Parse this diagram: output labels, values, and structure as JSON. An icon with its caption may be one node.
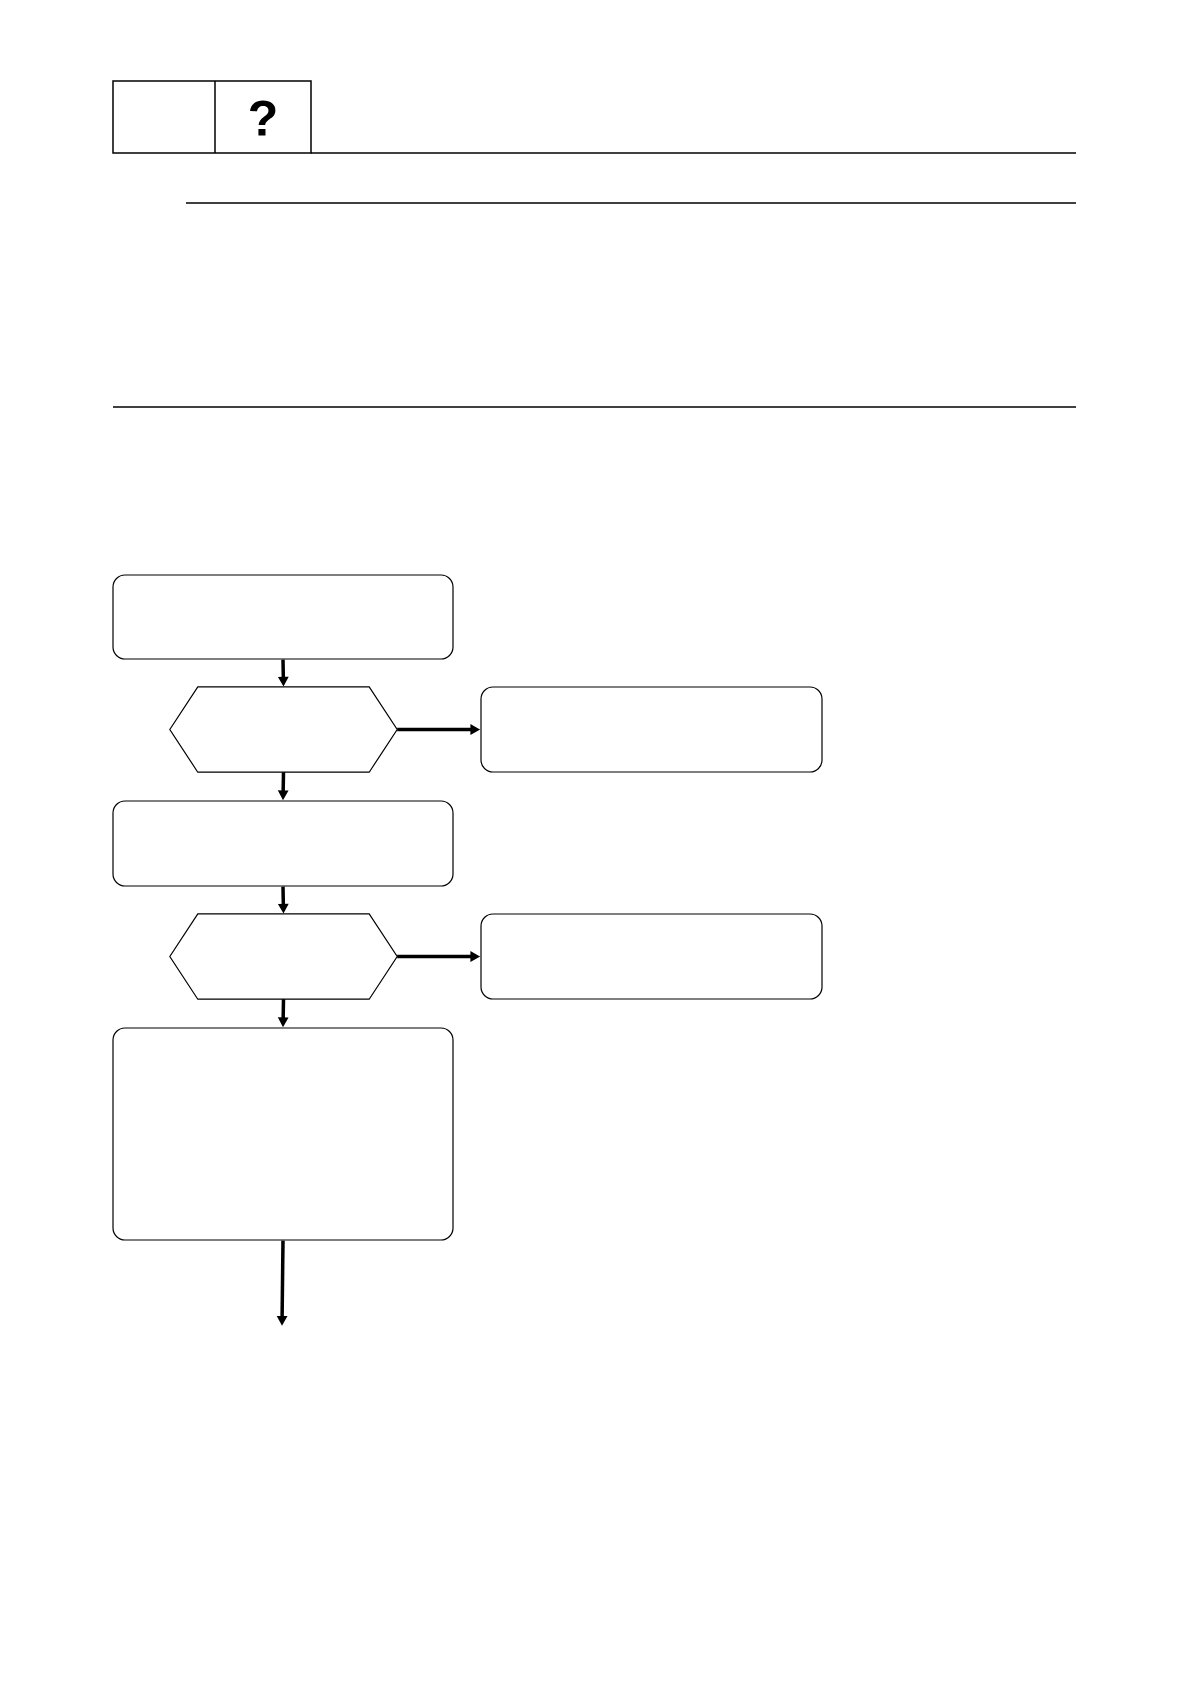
{
  "diagram": {
    "nodes": [
      {
        "text": [],
        "shape": "box"
      },
      {
        "text": [],
        "shape": "hexagon"
      },
      {
        "text": [],
        "shape": "box"
      },
      {
        "text": [],
        "shape": "box"
      },
      {
        "text": [],
        "shape": "hexagon"
      },
      {
        "text": [],
        "shape": "box"
      },
      {
        "text": [],
        "shape": "box"
      }
    ],
    "edges": [
      {
        "from": 0,
        "to": 1,
        "arrow": "to"
      },
      {
        "from": 1,
        "to": 2,
        "arrow": "to"
      },
      {
        "from": 1,
        "to": 3,
        "arrow": "to"
      },
      {
        "from": 3,
        "to": 4,
        "arrow": "to"
      },
      {
        "from": 4,
        "to": 5,
        "arrow": "to"
      },
      {
        "from": 4,
        "to": 6,
        "arrow": "to"
      },
      {
        "from": 6,
        "to": null,
        "arrow": "to"
      }
    ],
    "labels": [
      "?"
    ]
  }
}
